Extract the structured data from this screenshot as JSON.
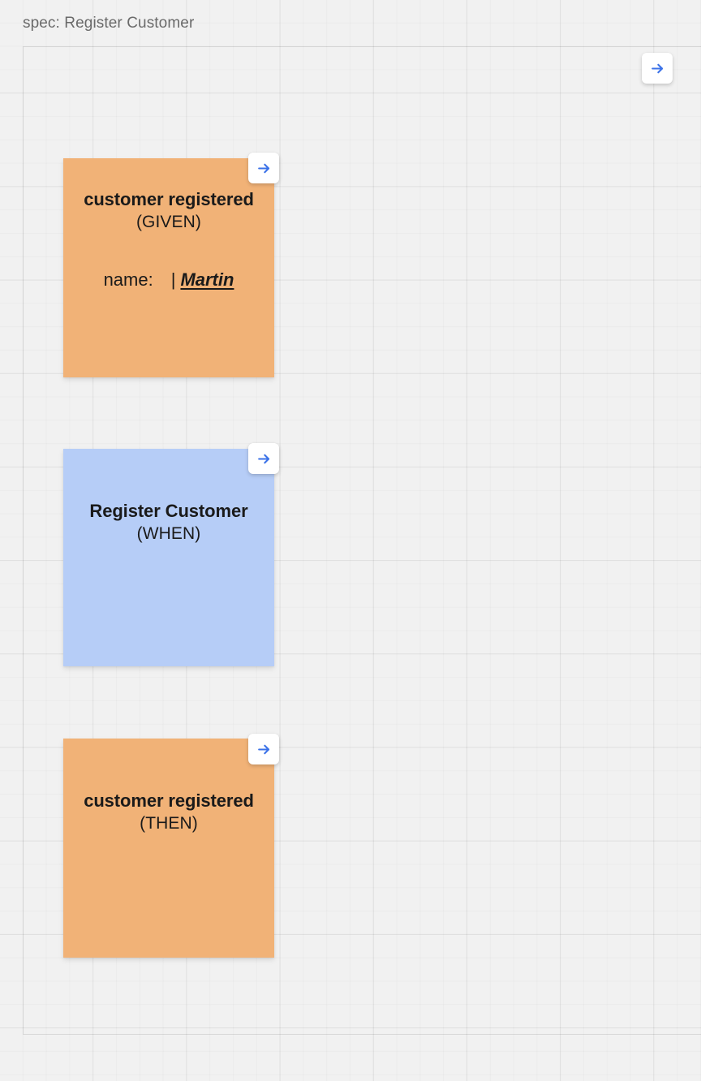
{
  "header": {
    "title": "spec: Register Customer"
  },
  "theme": {
    "background": "#f1f1f1",
    "given_color": "#f1b277",
    "when_color": "#b6cdf7",
    "then_color": "#f1b277",
    "arrow_color": "#3b72e8",
    "header_text_color": "#6a6a6a",
    "card_text_color": "#1a1a1a"
  },
  "canvas": {
    "arrow_button": {
      "icon": "arrow-right-icon",
      "label": ""
    }
  },
  "cards": [
    {
      "id": "given",
      "title": "customer registered",
      "kind": "(GIVEN)",
      "color": "#f1b277",
      "arrow_button": {
        "icon": "arrow-right-icon"
      },
      "fields": [
        {
          "label": "name:",
          "caret": "|",
          "value": "Martin"
        }
      ]
    },
    {
      "id": "when",
      "title": "Register Customer",
      "kind": "(WHEN)",
      "color": "#b6cdf7",
      "arrow_button": {
        "icon": "arrow-right-icon"
      },
      "fields": []
    },
    {
      "id": "then",
      "title": "customer registered",
      "kind": "(THEN)",
      "color": "#f1b277",
      "arrow_button": {
        "icon": "arrow-right-icon"
      },
      "fields": []
    }
  ]
}
